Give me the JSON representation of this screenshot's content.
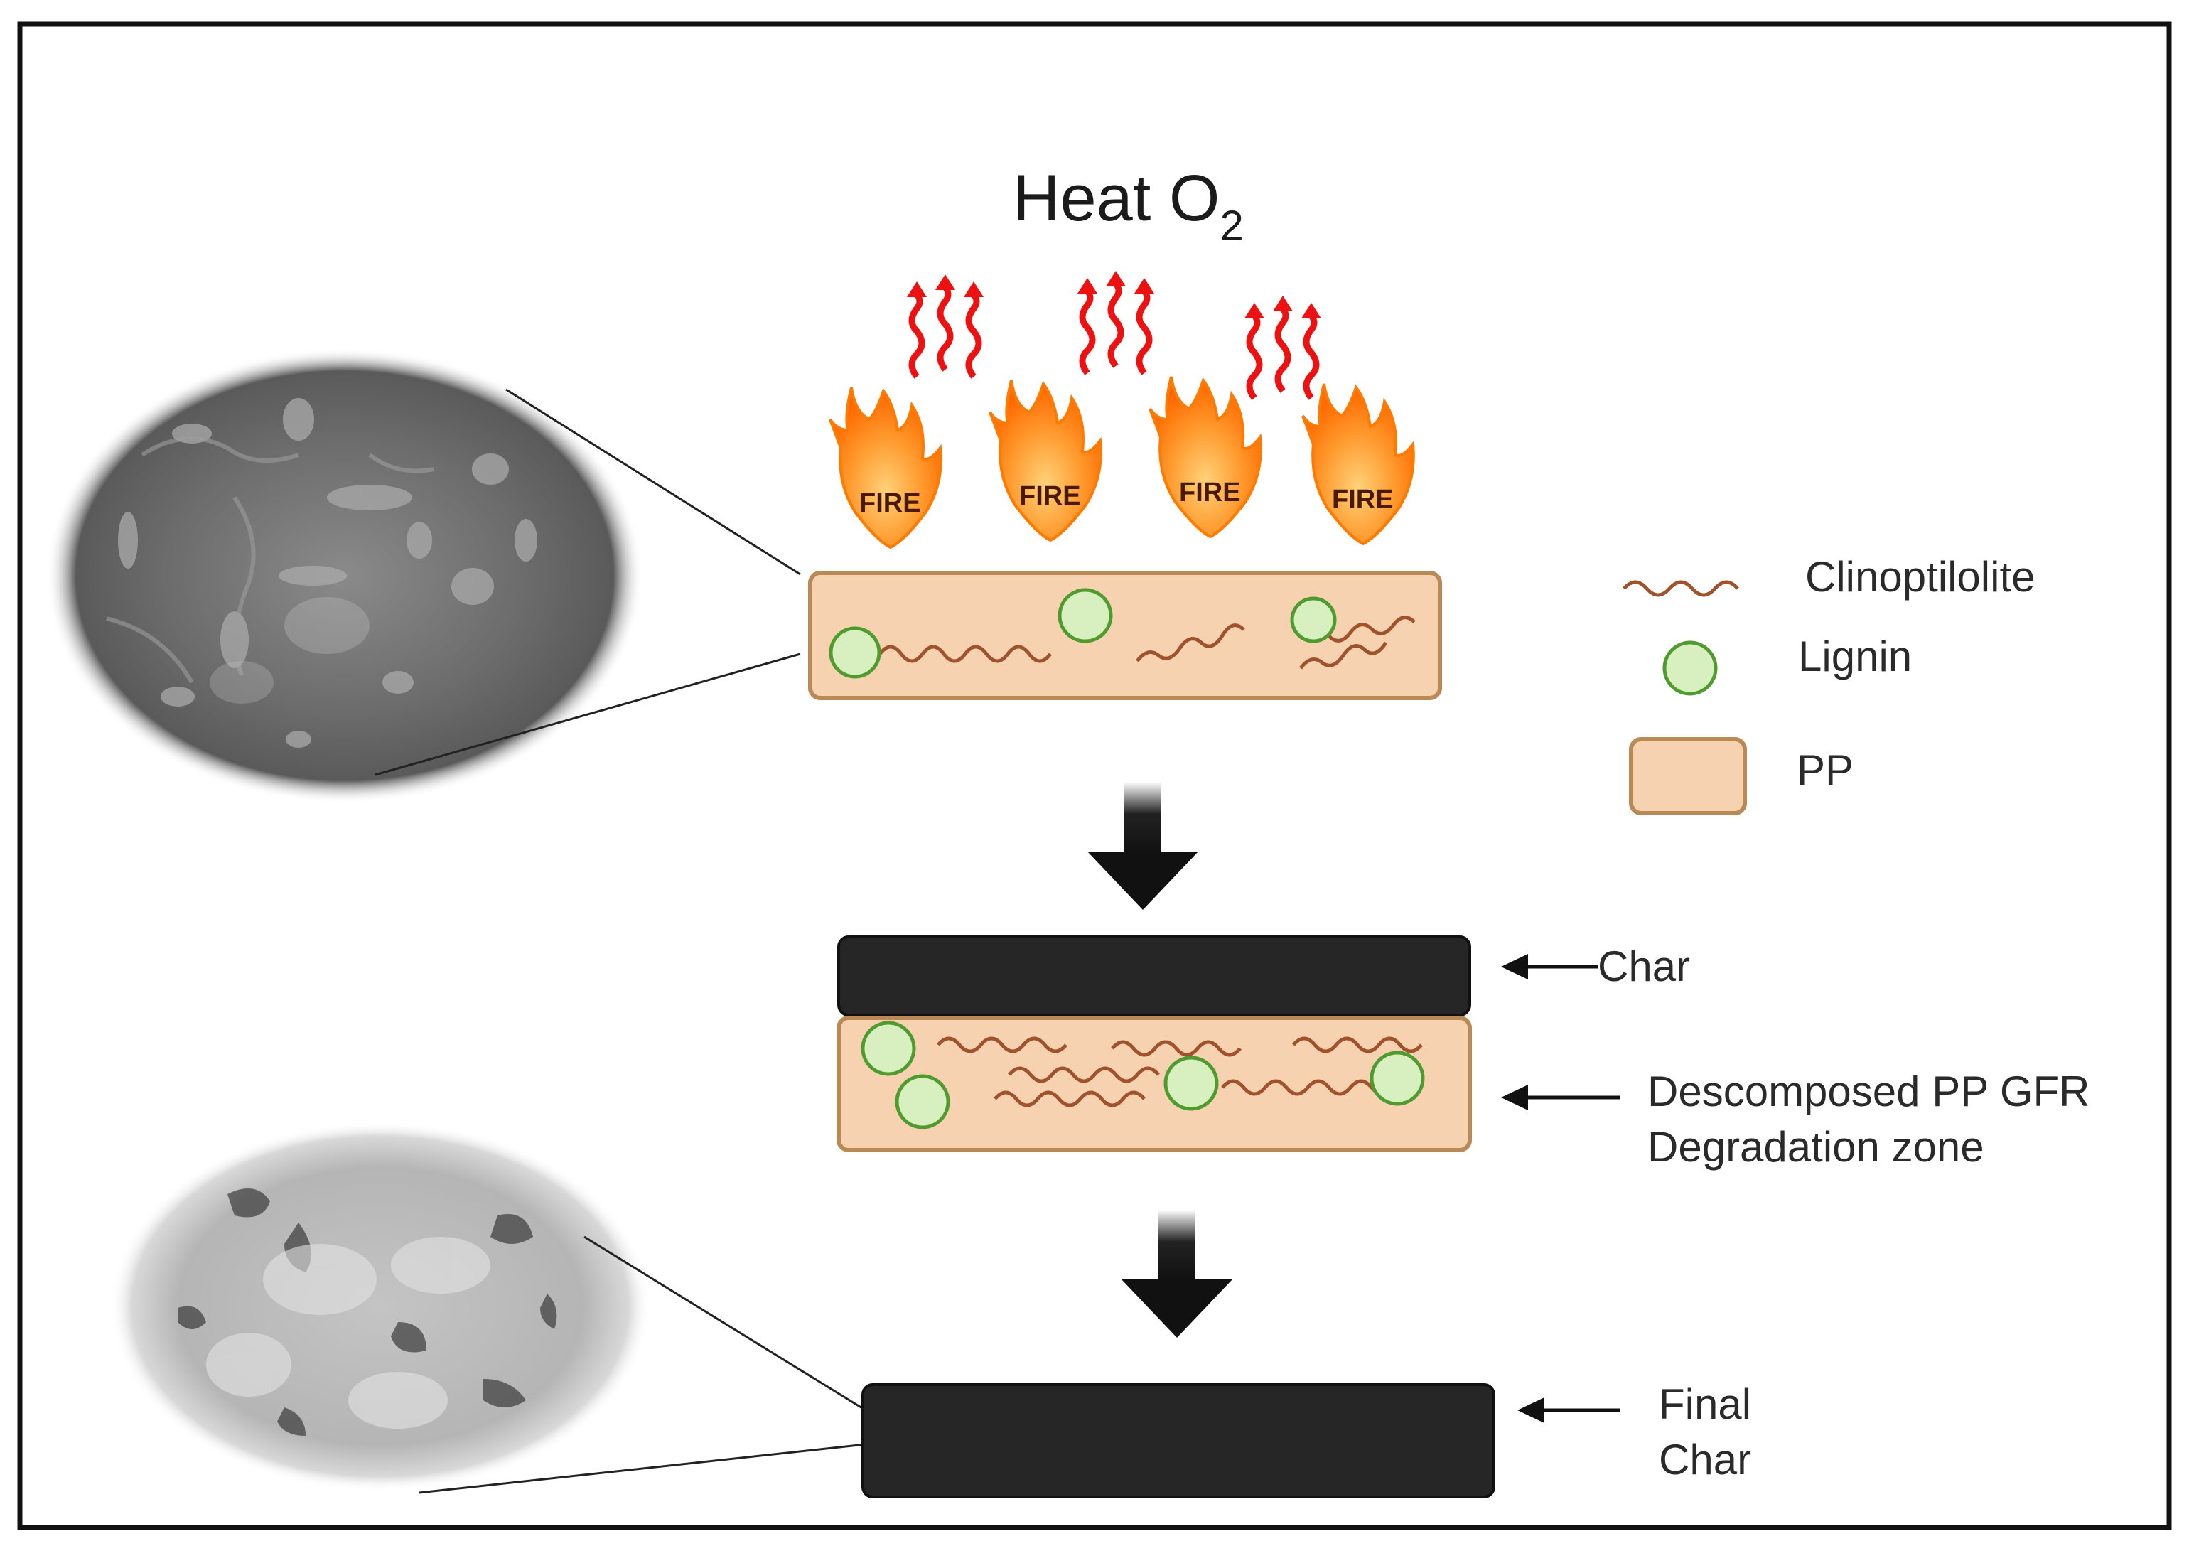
{
  "title": {
    "main": "Heat O",
    "subscript": "2"
  },
  "fires": [
    {
      "label": "FIRE"
    },
    {
      "label": "FIRE"
    },
    {
      "label": "FIRE"
    },
    {
      "label": "FIRE"
    }
  ],
  "legend": {
    "clinoptilolite": "Clinoptilolite",
    "lignin": "Lignin",
    "pp": "PP"
  },
  "layers": {
    "char": "Char",
    "decomposed_line1": "Descomposed PP GFR",
    "decomposed_line2": "Degradation zone",
    "final_line1": "Final",
    "final_line2": "Char"
  },
  "colors": {
    "pp_fill": "#f7d2b0",
    "pp_stroke": "#b98956",
    "char_fill": "#262626",
    "lignin_fill": "#d8f0c0",
    "lignin_stroke": "#4f9b2f",
    "fiber": "#a0522d",
    "heat_arrow": "#ee1111",
    "flame_outer": "#ff7a00",
    "flame_inner": "#ffb347"
  }
}
